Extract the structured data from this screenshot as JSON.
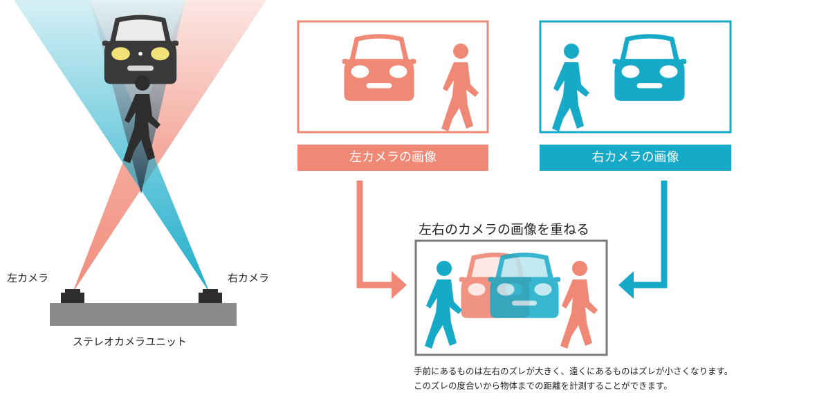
{
  "labels": {
    "left_camera": "左カメラ",
    "right_camera": "右カメラ",
    "stereo_unit": "ステレオカメラユニット",
    "left_image_title": "左カメラの画像",
    "right_image_title": "右カメラの画像",
    "overlay_title": "左右のカメラの画像を重ねる"
  },
  "caption": {
    "line1": "手前にあるものは左右のズレが大きく、遠くにあるものはズレが小さくなります。",
    "line2": "このズレの度合いから物体までの距離を計測することができます。"
  },
  "colors": {
    "left": "#f08876",
    "right": "#16aac8",
    "dark": "#2d2d2d",
    "unit": "#888888",
    "frame_gray": "#7a7a7a"
  }
}
